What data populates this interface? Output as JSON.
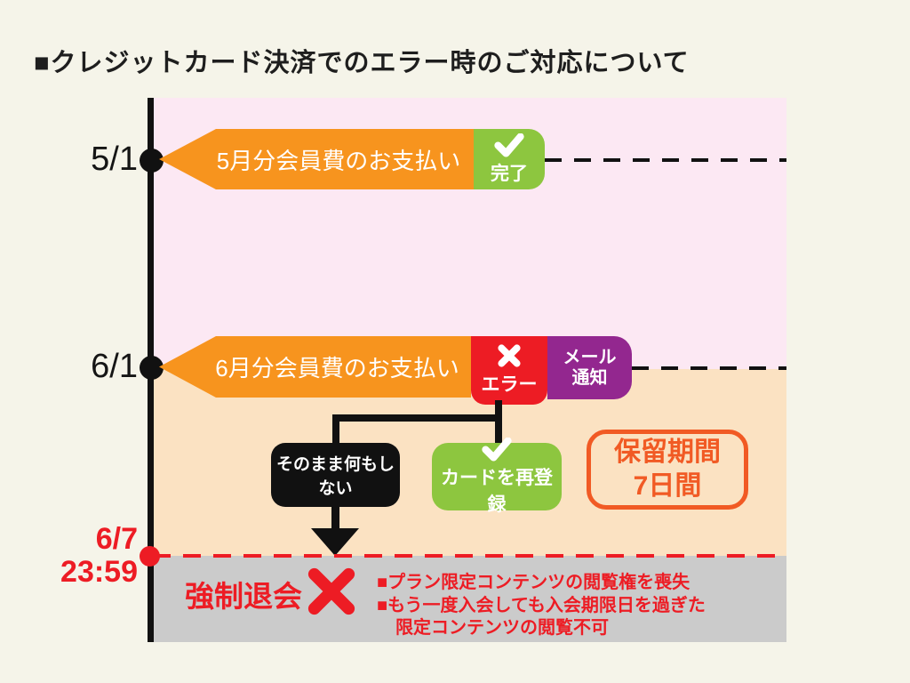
{
  "title": "■クレジットカード決済でのエラー時のご対応について",
  "colors": {
    "background": "#f5f4e9",
    "pink_zone": "#fce8f3",
    "peach_zone": "#fbe2c2",
    "gray_zone": "#cbcbcb",
    "banner_orange": "#f7941e",
    "success_green": "#8dc63f",
    "error_red": "#ed1c24",
    "mail_purple": "#93278f",
    "hold_vermilion": "#f15a24",
    "line_black": "#111111"
  },
  "timeline": {
    "may": {
      "date": "5/1",
      "banner": "5月分会員費のお支払い",
      "status": "完了"
    },
    "june": {
      "date": "6/1",
      "banner": "6月分会員費のお支払い",
      "error_label": "エラー",
      "mail_label_line1": "メール",
      "mail_label_line2": "通知"
    },
    "deadline": {
      "date": "6/7",
      "time": "23:59"
    }
  },
  "flow": {
    "option_do_nothing": "そのまま何もしない",
    "option_reregister": "カードを再登録",
    "hold_period_line1": "保留期間",
    "hold_period_line2": "7日間"
  },
  "result": {
    "title": "強制退会",
    "notes": [
      "■プラン限定コンテンツの閲覧権を喪失",
      "■もう一度入会しても入会期限日を過ぎた",
      "限定コンテンツの閲覧不可"
    ]
  }
}
